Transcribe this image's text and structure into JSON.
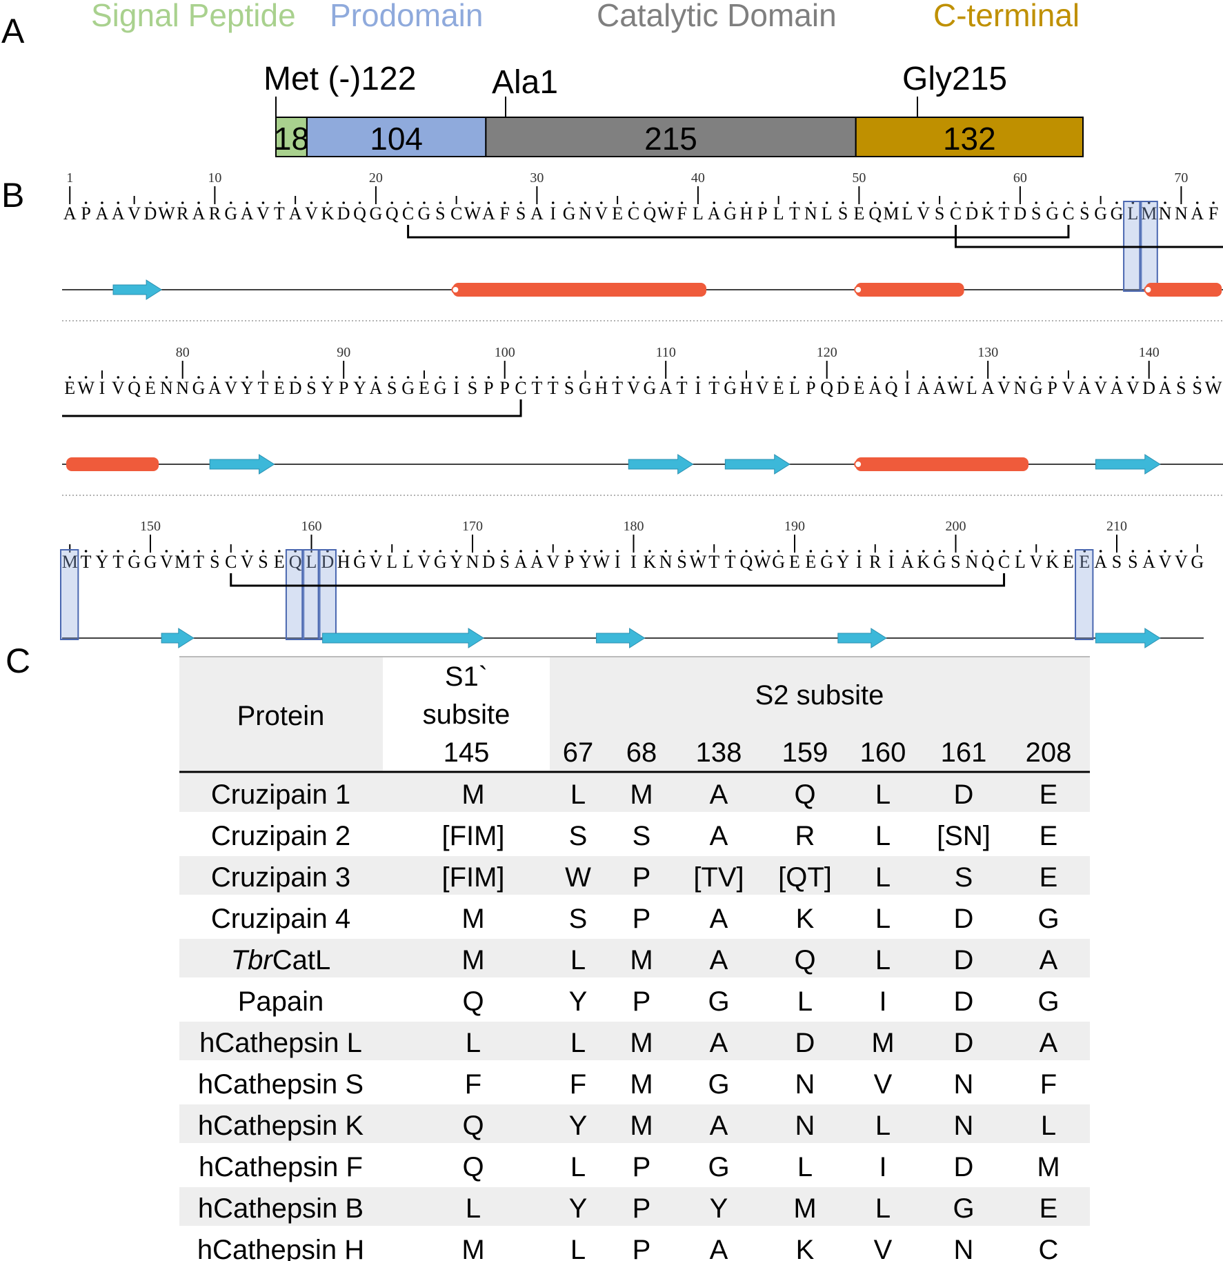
{
  "panels": {
    "a": "A",
    "b": "B",
    "c": "C"
  },
  "domains": {
    "legend": [
      {
        "label": "Signal Peptide",
        "color": "#a9d18e"
      },
      {
        "label": "Prodomain",
        "color": "#8faadc"
      },
      {
        "label": "Catalytic Domain",
        "color": "#7f7f7f"
      },
      {
        "label": "C-terminal",
        "color": "#bf9000"
      }
    ],
    "segments": [
      {
        "length": 18,
        "color": "#a9d18e"
      },
      {
        "length": 104,
        "color": "#8faadc"
      },
      {
        "length": 215,
        "color": "#808080"
      },
      {
        "length": 132,
        "color": "#bf9000"
      }
    ],
    "markers": [
      "Met (-)122",
      "Ala1",
      "Gly215"
    ]
  },
  "sequence": {
    "rows": [
      {
        "start": 1,
        "residues": "APAAVDWRARGAVTAVKDQGQCGSCWAFSAIGNVECQWFLAGHPLTNLSEQMLVSCDKTDSGCSGGLMNNAF",
        "numbers": [
          "1",
          "10",
          "20",
          "30",
          "40",
          "50",
          "60",
          "70"
        ]
      },
      {
        "start": 73,
        "residues": "EWIVQENNGAVYTEDSYPYASGEGISPPCTTSGHTVGATITGHVELPQDEAQIAAWLAVNGPVAVAVDASSW",
        "numbers": [
          "80",
          "90",
          "100",
          "110",
          "120",
          "130",
          "140"
        ]
      },
      {
        "start": 145,
        "residues": "MTYTGGVMTSCVSEQLDHGVLLVGYNDSAAVPYWIIKNSWTTQWGEEGYIRIAKGSNQCLVKEEASSAVVG",
        "numbers": [
          "150",
          "160",
          "170",
          "180",
          "190",
          "200",
          "210"
        ]
      }
    ],
    "disulfide_bonds": [
      [
        22,
        63
      ],
      [
        56,
        101
      ],
      [
        155,
        203
      ]
    ],
    "highlighted_positions": [
      67,
      68,
      145,
      159,
      160,
      161,
      208
    ],
    "helices": [
      [
        25,
        40
      ],
      [
        50,
        56
      ],
      [
        68,
        72
      ],
      [
        73,
        78
      ],
      [
        122,
        132
      ]
    ],
    "strands": [
      [
        4,
        6
      ],
      [
        82,
        85
      ],
      [
        108,
        111
      ],
      [
        114,
        117
      ],
      [
        137,
        140
      ],
      [
        151,
        152
      ],
      [
        161,
        170
      ],
      [
        178,
        180
      ],
      [
        193,
        195
      ],
      [
        209,
        212
      ]
    ],
    "helix_color": "#ef5b3b",
    "strand_color": "#3cb8d9"
  },
  "table": {
    "header": {
      "protein": "Protein",
      "s1_line1": "S1`",
      "s1_line2": "subsite",
      "s1_pos": "145",
      "s2": "S2 subsite",
      "s2_positions": [
        "67",
        "68",
        "138",
        "159",
        "160",
        "161",
        "208"
      ]
    },
    "rows": [
      {
        "protein": "Cruzipain 1",
        "values": [
          "M",
          "L",
          "M",
          "A",
          "Q",
          "L",
          "D",
          "E"
        ]
      },
      {
        "protein": "Cruzipain 2",
        "values": [
          "[FIM]",
          "S",
          "S",
          "A",
          "R",
          "L",
          "[SN]",
          "E"
        ]
      },
      {
        "protein": "Cruzipain 3",
        "values": [
          "[FIM]",
          "W",
          "P",
          "[TV]",
          "[QT]",
          "L",
          "S",
          "E"
        ]
      },
      {
        "protein": "Cruzipain 4",
        "values": [
          "M",
          "S",
          "P",
          "A",
          "K",
          "L",
          "D",
          "G"
        ]
      },
      {
        "protein": "TbrCatL",
        "italic_prefix": "Tbr",
        "suffix": "CatL",
        "values": [
          "M",
          "L",
          "M",
          "A",
          "Q",
          "L",
          "D",
          "A"
        ]
      },
      {
        "protein": "Papain",
        "values": [
          "Q",
          "Y",
          "P",
          "G",
          "L",
          "I",
          "D",
          "G"
        ]
      },
      {
        "protein": "hCathepsin L",
        "values": [
          "L",
          "L",
          "M",
          "A",
          "D",
          "M",
          "D",
          "A"
        ]
      },
      {
        "protein": "hCathepsin S",
        "values": [
          "F",
          "F",
          "M",
          "G",
          "N",
          "V",
          "N",
          "F"
        ]
      },
      {
        "protein": "hCathepsin K",
        "values": [
          "Q",
          "Y",
          "M",
          "A",
          "N",
          "L",
          "N",
          "L"
        ]
      },
      {
        "protein": "hCathepsin F",
        "values": [
          "Q",
          "L",
          "P",
          "G",
          "L",
          "I",
          "D",
          "M"
        ]
      },
      {
        "protein": "hCathepsin B",
        "values": [
          "L",
          "Y",
          "P",
          "Y",
          "M",
          "L",
          "G",
          "E"
        ]
      },
      {
        "protein": "hCathepsin H",
        "values": [
          "M",
          "L",
          "P",
          "A",
          "K",
          "V",
          "N",
          "C"
        ]
      }
    ]
  }
}
